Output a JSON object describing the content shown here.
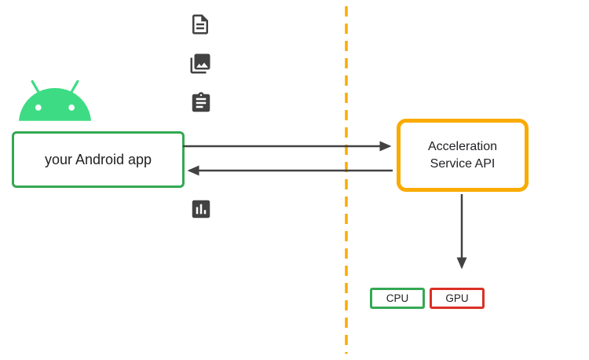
{
  "app_box": {
    "label": "your Android app",
    "border_color": "#34A853"
  },
  "service_box": {
    "label": "Acceleration Service API",
    "border_color": "#F9AB00"
  },
  "cpu_box": {
    "label": "CPU",
    "border_color": "#34A853"
  },
  "gpu_box": {
    "label": "GPU",
    "border_color": "#D93025"
  },
  "android_logo": {
    "name": "android-logo",
    "color": "#3DDC84"
  },
  "icons": [
    {
      "name": "document-icon"
    },
    {
      "name": "photo-library-icon"
    },
    {
      "name": "clipboard-icon"
    },
    {
      "name": "bar-chart-icon"
    }
  ],
  "colors": {
    "arrow": "#424242",
    "icon": "#424242",
    "divider": "#F9AB00",
    "background": "#ffffff"
  }
}
